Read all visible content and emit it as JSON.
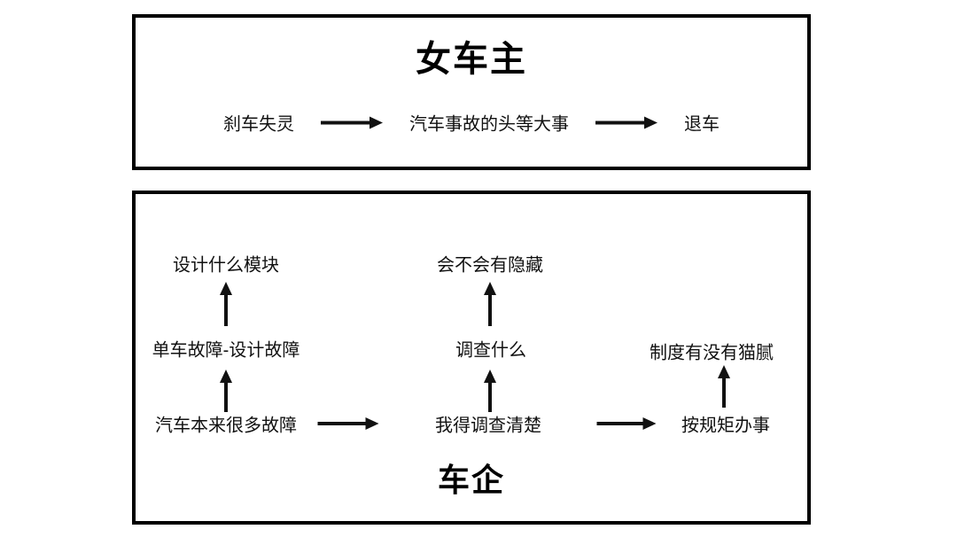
{
  "colors": {
    "background": "#ffffff",
    "ink": "#111111",
    "border": "#000000"
  },
  "icons": {
    "arrow_right": "arrow-right-icon",
    "arrow_up": "arrow-up-icon"
  },
  "boxes": {
    "owner": {
      "title": "女车主",
      "steps": [
        "刹车失灵",
        "汽车事故的头等大事",
        "退车"
      ]
    },
    "company": {
      "title": "车企",
      "col1": {
        "top": "设计什么模块",
        "mid": "单车故障-设计故障",
        "base": "汽车本来很多故障"
      },
      "col2": {
        "top": "会不会有隐藏",
        "mid": "调查什么",
        "base": "我得调查清楚"
      },
      "col3": {
        "mid": "制度有没有猫腻",
        "base": "按规矩办事"
      }
    }
  }
}
